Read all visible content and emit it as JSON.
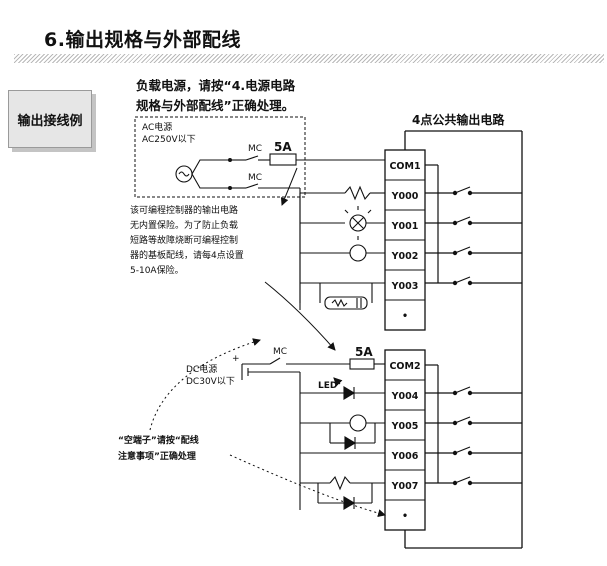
{
  "section": {
    "title": "6.输出规格与外部配线"
  },
  "badge": {
    "label": "输出接线例"
  },
  "notes": {
    "load_power": "负载电源，请按“4.电源电路\n规格与外部配线”正确处理。",
    "fuse_note": [
      "该可编程控制器的输出电路",
      "无内置保险。为了防止负载",
      "短路等故障烧断可编程控制",
      "器的基板配线，请每4点设置",
      "5-10A保险。"
    ],
    "empty_terminal": [
      "“空端子”请按“配线",
      "注意事项”正确处理"
    ]
  },
  "circuit": {
    "common_title": "4点公共输出电路",
    "ac_source": [
      "AC电源",
      "AC250V以下"
    ],
    "dc_source": [
      "DC电源",
      "DC30V以下"
    ],
    "mc_label": "MC",
    "fuse_label": "5A",
    "led_label": "LED",
    "group1_terminals": [
      "COM1",
      "Y000",
      "Y001",
      "Y002",
      "Y003",
      "•"
    ],
    "group2_terminals": [
      "COM2",
      "Y004",
      "Y005",
      "Y006",
      "Y007",
      "•"
    ]
  }
}
